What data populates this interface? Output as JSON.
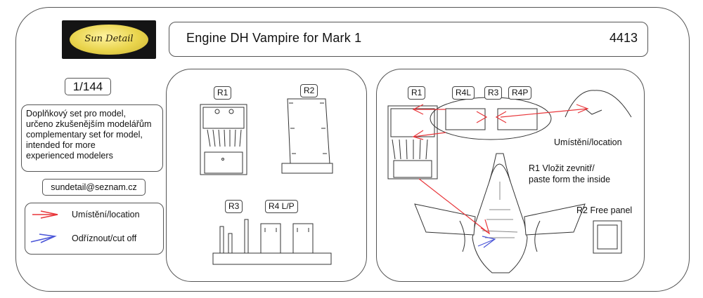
{
  "header": {
    "logo_text": "Sun Detail",
    "title": "Engine DH Vampire for Mark 1",
    "product_code": "4413"
  },
  "info": {
    "scale": "1/144",
    "description": [
      "Doplňkový set pro model,",
      "určeno zkušenějším modelářům",
      "complementary set for model,",
      "intended for more",
      " experienced modelers"
    ],
    "email": "sundetail@seznam.cz"
  },
  "legend": {
    "location": "Umístění/location",
    "cut_off": "Odříznout/cut off"
  },
  "parts_panel": {
    "r1": "R1",
    "r2": "R2",
    "r3": "R3",
    "r4": "R4 L/P"
  },
  "assembly_panel": {
    "r1": "R1",
    "r4l": "R4L",
    "r3": "R3",
    "r4p": "R4P",
    "location_note": "Umístění/location",
    "r1_note_1": "R1 Vložit zevnitř/",
    "r1_note_2": "paste form the inside",
    "r2_note": "R2 Free panel"
  },
  "colors": {
    "location_arrow": "#e8363a",
    "cutoff_arrow": "#4a55d8",
    "logo_gold": "#e9d44c"
  }
}
